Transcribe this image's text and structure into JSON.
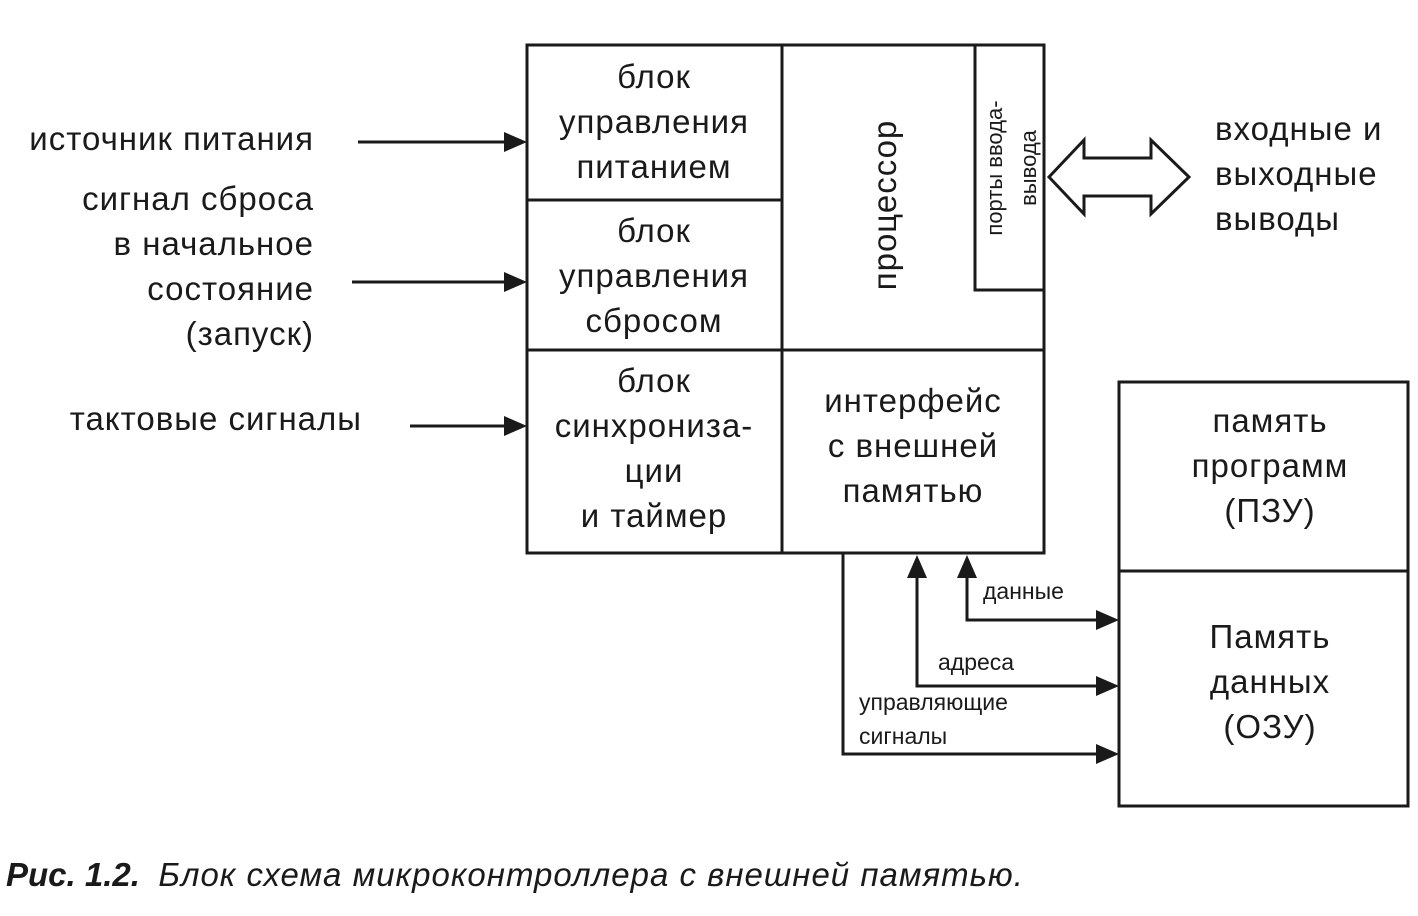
{
  "inputs": {
    "power_source": "источник питания",
    "reset_signal": [
      "сигнал сброса",
      "в начальное",
      "состояние",
      "(запуск)"
    ],
    "clock_signals": "тактовые сигналы"
  },
  "blocks": {
    "power_control": [
      "блок",
      "управления",
      "питанием"
    ],
    "reset_control": [
      "блок",
      "управления",
      "сбросом"
    ],
    "sync_timer": [
      "блок",
      "синхрониза-",
      "ции",
      "и таймер"
    ],
    "processor": "процессор",
    "io_ports": [
      "порты ввода-",
      "вывода"
    ],
    "ext_memory_interface": [
      "интерфейс",
      "с внешней",
      "памятью"
    ],
    "program_memory": [
      "память",
      "программ",
      "(ПЗУ)"
    ],
    "data_memory": [
      "Память",
      "данных",
      "(ОЗУ)"
    ]
  },
  "io_outputs": [
    "входные и",
    "выходные",
    "выводы"
  ],
  "buses": {
    "data": "данные",
    "address": "адреса",
    "control": [
      "управляющие",
      "сигналы"
    ]
  },
  "caption": {
    "label": "Рис. 1.2.",
    "text": "Блок схема микроконтроллера с внешней памятью."
  }
}
